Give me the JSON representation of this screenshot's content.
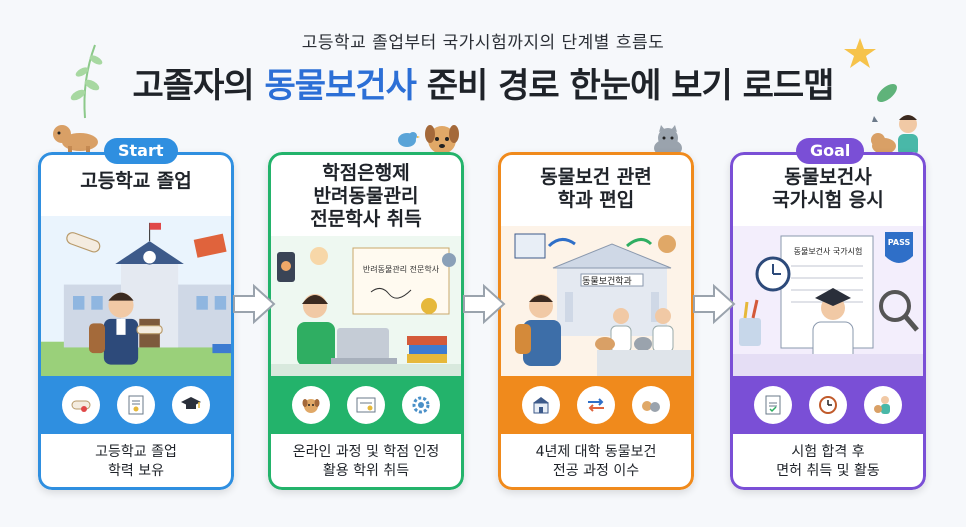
{
  "header": {
    "subtitle": "고등학교 졸업부터 국가시험까지의 단계별 흐름도",
    "title_pre": "고졸자의 ",
    "title_highlight": "동물보건사",
    "title_post": " 준비 경로 한눈에 보기 로드맵"
  },
  "colors": {
    "step1": "#2f8fe0",
    "step2": "#23b36b",
    "step3": "#f08a1c",
    "step4": "#7a4fd6",
    "title_highlight": "#2c6fd6"
  },
  "steps": [
    {
      "badge": "Start",
      "title_lines": [
        "고등학교 졸업"
      ],
      "scene_labels": [],
      "icons": [
        "diploma-icon",
        "certificate-icon",
        "graduation-cap-icon"
      ],
      "desc_lines": [
        "고등학교 졸업",
        "학력 보유"
      ]
    },
    {
      "badge": "",
      "title_lines": [
        "학점은행제",
        "반려동물관리",
        "전문학사 취득"
      ],
      "scene_labels": [
        "반려동물관리 전문학사"
      ],
      "icons": [
        "dog-icon",
        "certificate-icon",
        "gear-icon"
      ],
      "desc_lines": [
        "온라인 과정 및 학점 인정",
        "활용 학위 취득"
      ]
    },
    {
      "badge": "",
      "title_lines": [
        "동물보건 관련",
        "학과 편입"
      ],
      "scene_labels": [
        "동물보건학과"
      ],
      "icons": [
        "school-icon",
        "transfer-arrows-icon",
        "dog-cat-icon"
      ],
      "desc_lines": [
        "4년제 대학 동물보건",
        "전공 과정 이수"
      ]
    },
    {
      "badge": "Goal",
      "title_lines": [
        "동물보건사",
        "국가시험 응시"
      ],
      "scene_labels": [
        "동물보건사 국가시험",
        "PASS"
      ],
      "icons": [
        "pass-document-icon",
        "clock-icon",
        "vet-with-dog-icon"
      ],
      "desc_lines": [
        "시험 합격 후",
        "면허 취득 및 활동"
      ]
    }
  ]
}
